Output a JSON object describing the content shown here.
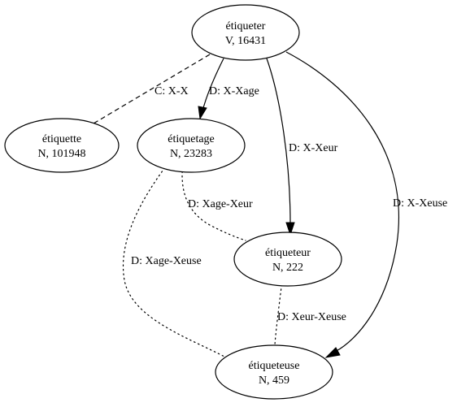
{
  "nodes": {
    "etiqueter": {
      "word": "étiqueter",
      "info": "V, 16431"
    },
    "etiquette": {
      "word": "étiquette",
      "info": "N, 101948"
    },
    "etiquetage": {
      "word": "étiquetage",
      "info": "N, 23283"
    },
    "etiqueteur": {
      "word": "étiqueteur",
      "info": "N, 222"
    },
    "etiqueteuse": {
      "word": "étiqueteuse",
      "info": "N, 459"
    }
  },
  "edges": {
    "c_x_x": {
      "label": "C: X-X",
      "style": "dashed"
    },
    "d_x_xage": {
      "label": "D: X-Xage",
      "style": "solid-arrow"
    },
    "d_x_xeur": {
      "label": "D: X-Xeur",
      "style": "solid-arrow"
    },
    "d_x_xeuse": {
      "label": "D: X-Xeuse",
      "style": "solid-arrow"
    },
    "d_xage_xeur": {
      "label": "D: Xage-Xeur",
      "style": "dotted"
    },
    "d_xage_xeuse": {
      "label": "D: Xage-Xeuse",
      "style": "dotted"
    },
    "d_xeur_xeuse": {
      "label": "D: Xeur-Xeuse",
      "style": "dotted"
    }
  }
}
